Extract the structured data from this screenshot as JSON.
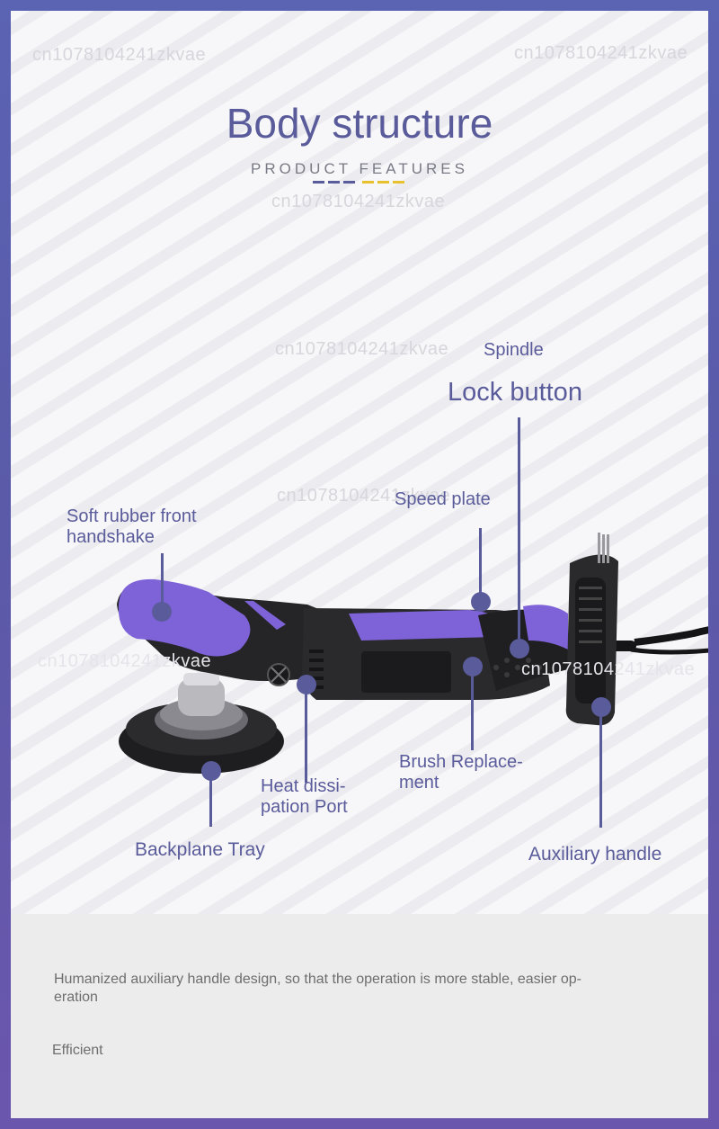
{
  "watermark": "cn1078104241zkvae",
  "title": "Body structure",
  "subtitle": "PRODUCT FEATURES",
  "colors": {
    "accent": "#5a5b9a",
    "accent_dash": "#5a5b9a",
    "gold_dash": "#e8c22e",
    "tool_purple": "#7e62d8",
    "tool_black": "#252527"
  },
  "labels": {
    "spindle": "Spindle",
    "lock_button": "Lock button",
    "speed_plate": "Speed plate",
    "soft_rubber": [
      "Soft rubber front",
      "handshake"
    ],
    "heat": [
      "Heat dissi-",
      "pation Port"
    ],
    "brush": [
      "Brush Replace-",
      "ment"
    ],
    "backplane": "Backplane Tray",
    "aux_handle": "Auxiliary handle"
  },
  "description": [
    "Humanized auxiliary handle design, so that the operation is more stable, easier op-",
    "eration"
  ],
  "footer_word": "Efficient"
}
